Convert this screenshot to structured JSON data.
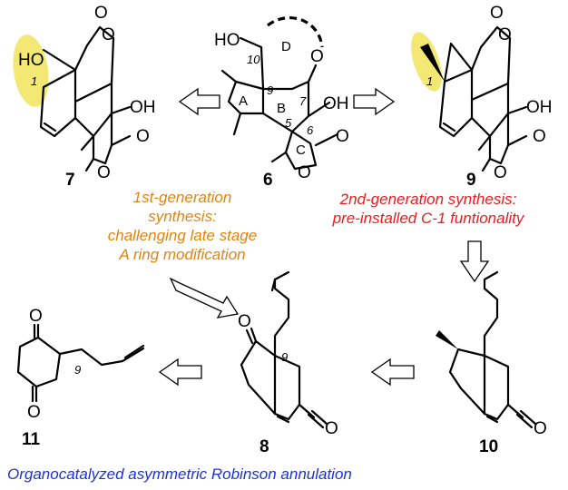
{
  "title": "Organocatalyzed asymmetric Robinson annulation",
  "compounds": {
    "c7": {
      "id": "7",
      "labels": {
        "ho": "HO",
        "oh": "OH",
        "o_lac": "O",
        "o_carb": "O",
        "o_ring": "O",
        "o_carb2": "O",
        "loc1": "1"
      }
    },
    "c6": {
      "id": "6",
      "labels": {
        "ho": "HO",
        "oh": "OH",
        "o_ring": "O",
        "o_carb": "O",
        "o_lac": "O",
        "ringA": "A",
        "ringB": "B",
        "ringC": "C",
        "ringD": "D",
        "loc10": "10",
        "loc9": "9",
        "loc7": "7",
        "loc5": "5",
        "loc6": "6"
      }
    },
    "c9": {
      "id": "9",
      "labels": {
        "oh": "OH",
        "o_lac": "O",
        "o_carb": "O",
        "o_ring": "O",
        "o_carb2": "O",
        "loc1": "1"
      }
    },
    "c8": {
      "id": "8",
      "labels": {
        "o_ketone": "O",
        "o_enone": "O",
        "loc9": "9"
      }
    },
    "c10": {
      "id": "10",
      "labels": {
        "o_enone": "O"
      }
    },
    "c11": {
      "id": "11",
      "labels": {
        "o_top": "O",
        "o_bottom": "O",
        "loc9": "9"
      }
    }
  },
  "captions": {
    "first_generation": [
      "1st-generation",
      "synthesis:",
      "challenging late stage",
      "A ring modification"
    ],
    "second_generation": [
      "2nd-generation synthesis:",
      "pre-installed C-1 funtionality"
    ]
  },
  "colors": {
    "first_generation": "#e6820e",
    "second_generation": "#ef1a1a",
    "title": "#1b32d8",
    "highlight": "#f2e45c"
  }
}
